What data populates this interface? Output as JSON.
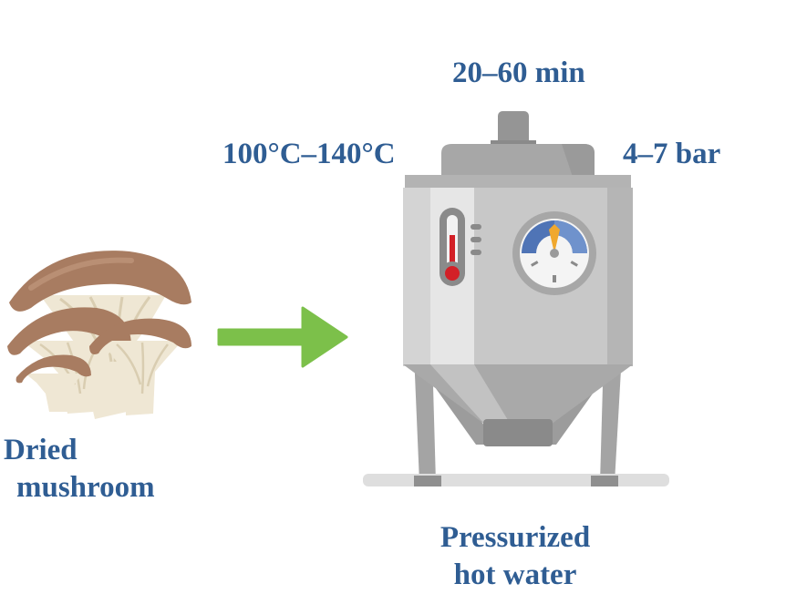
{
  "diagram": {
    "time": "20–60 min",
    "temperature": "100°C–140°C",
    "pressure": "4–7 bar",
    "input": {
      "line1": "Dried",
      "line2": "mushroom"
    },
    "reactor": {
      "line1": "Pressurized",
      "line2": "hot water"
    }
  },
  "colors": {
    "label_text": "#2f5d93",
    "arrow": "#7cc04a",
    "mushroom_cap": "#a87c61",
    "mushroom_gill": "#efe7d4",
    "vessel_body": "#c8c8c8",
    "vessel_dark": "#959595",
    "thermometer_red": "#d32027",
    "gauge_blue": "#4f74b6",
    "gauge_needle": "#f0a82e"
  },
  "icons": [
    "mushroom-icon",
    "arrow-right-icon",
    "reactor-icon",
    "thermometer-icon",
    "pressure-gauge-icon"
  ]
}
